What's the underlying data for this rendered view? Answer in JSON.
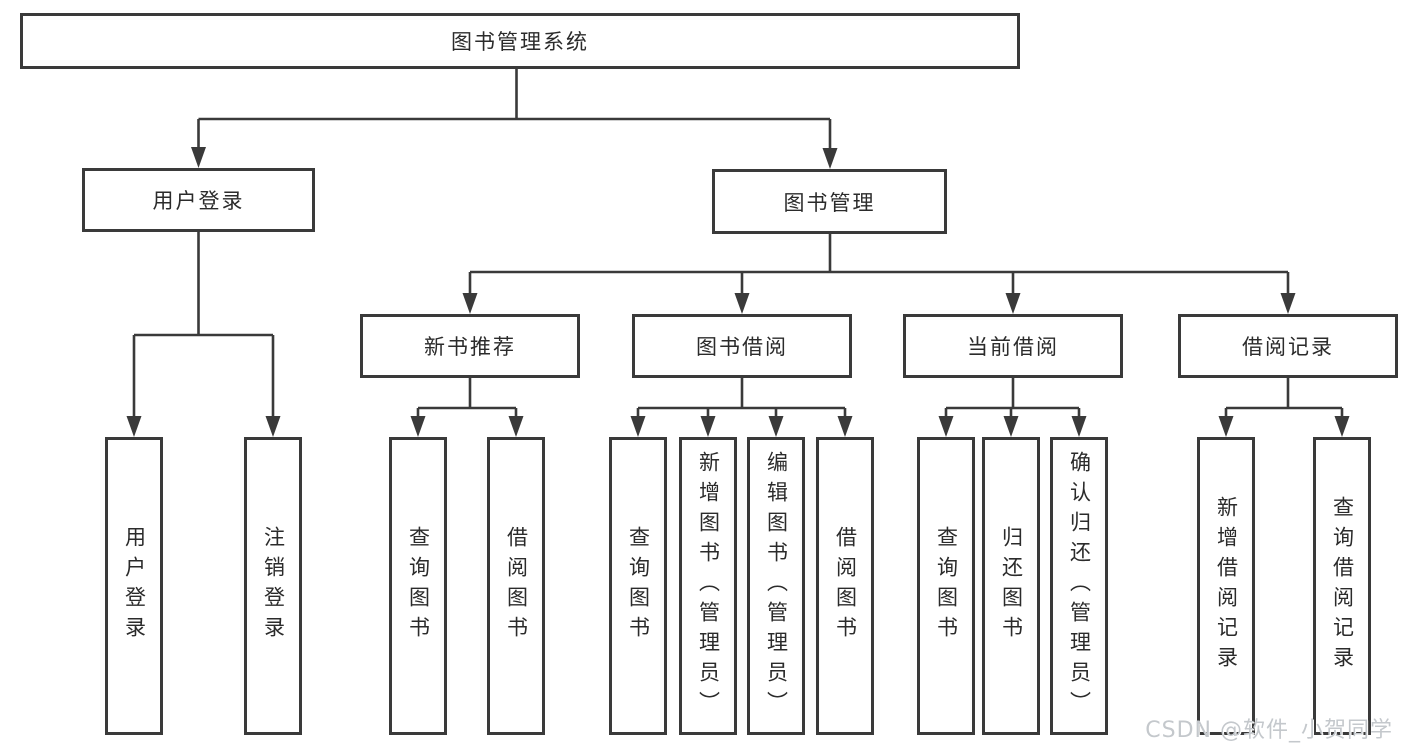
{
  "colors": {
    "line": "#3a3a3a",
    "box_border": "#3a3a3a",
    "box_fill": "#ffffff",
    "text": "#2b2b2b",
    "watermark": "#c4c8cc",
    "background": "#ffffff"
  },
  "tree": {
    "root": {
      "label": "图书管理系统"
    },
    "branches": [
      {
        "label": "用户登录",
        "children": [
          "用户登录",
          "注销登录"
        ]
      },
      {
        "label": "图书管理",
        "groups": [
          {
            "label": "新书推荐",
            "children": [
              "查询图书",
              "借阅图书"
            ]
          },
          {
            "label": "图书借阅",
            "children": [
              "查询图书",
              "新增图书（管理员）",
              "编辑图书（管理员）",
              "借阅图书"
            ]
          },
          {
            "label": "当前借阅",
            "children": [
              "查询图书",
              "归还图书",
              "确认归还（管理员）"
            ]
          },
          {
            "label": "借阅记录",
            "children": [
              "新增借阅记录",
              "查询借阅记录"
            ]
          }
        ]
      }
    ]
  },
  "watermark": {
    "text": "CSDN @软件_小贺同学"
  }
}
